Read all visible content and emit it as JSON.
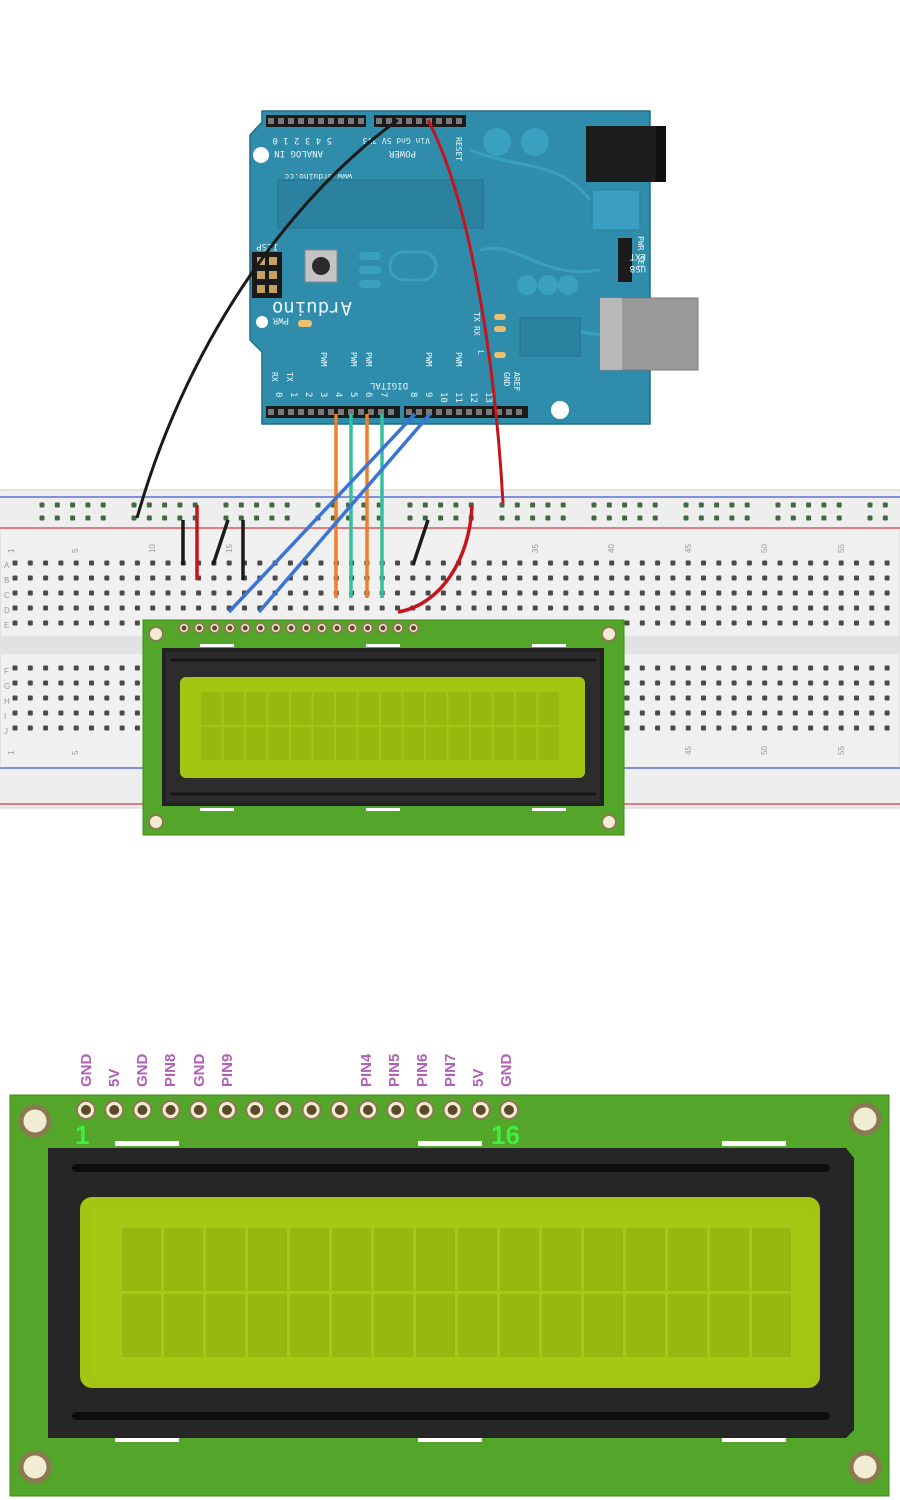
{
  "arduino": {
    "brand": "Arduino",
    "website": "www.arduino.cc",
    "analog_in": "ANALOG IN",
    "analog_pins": "5 4 3 2 1 0",
    "power": "POWER",
    "power_pins": "Vin Gnd 5V 3V3",
    "reset": "RESET",
    "digital": "DIGITAL",
    "icsp": "ICSP",
    "pwr": "PWR",
    "pwr_sel": "PWR SEL",
    "ext": "EXT",
    "usb": "USB",
    "tx": "TX",
    "rx": "RX",
    "l": "L",
    "aref": "AREF",
    "gnd": "GND",
    "pwm": "PWM",
    "digital_pins": [
      "0",
      "1",
      "2",
      "3",
      "4",
      "5",
      "6",
      "7",
      "8",
      "9",
      "10",
      "11",
      "12",
      "13"
    ]
  },
  "breadboard": {
    "column_numbers": [
      "1",
      "5",
      "10",
      "15",
      "35",
      "40",
      "45",
      "50",
      "55"
    ],
    "row_letters": [
      "A",
      "B",
      "C",
      "D",
      "E",
      "F",
      "G",
      "H",
      "I",
      "J"
    ]
  },
  "lcd_detail": {
    "pin_labels": [
      "GND",
      "5V",
      "GND",
      "PIN8",
      "GND",
      "PIN9",
      "PIN4",
      "PIN5",
      "PIN6",
      "PIN7",
      "5V",
      "GND"
    ],
    "first_pin_number": "1",
    "last_pin_number": "16"
  },
  "colors": {
    "arduino_board": "#2f8dab",
    "lcd_pcb": "#54a62a",
    "lcd_screen": "#a4c613",
    "wire_black": "#1a1a1a",
    "wire_red": "#c4151c",
    "wire_orange": "#f07f2a",
    "wire_teal": "#35bf9b",
    "wire_blue": "#3a74d6",
    "pin_label": "#b061b6",
    "pin_number": "#3cf03c"
  }
}
